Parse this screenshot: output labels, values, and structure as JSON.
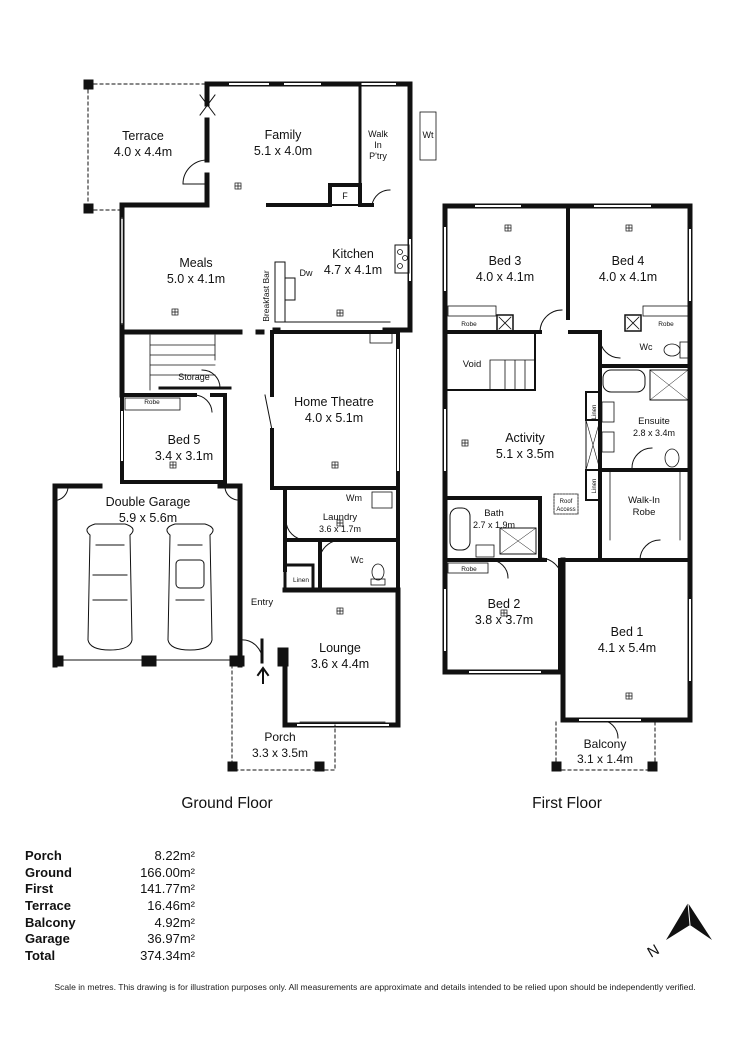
{
  "rooms": {
    "terrace": {
      "name": "Terrace",
      "size": "4.0 x 4.4m"
    },
    "family": {
      "name": "Family",
      "size": "5.1 x 4.0m"
    },
    "walk_in_pantry": {
      "line1": "Walk",
      "line2": "In",
      "line3": "P'try"
    },
    "wt": "Wt",
    "fridge": "F",
    "meals": {
      "name": "Meals",
      "size": "5.0 x 4.1m"
    },
    "kitchen": {
      "name": "Kitchen",
      "size": "4.7 x 4.1m"
    },
    "dishwasher": "Dw",
    "breakfast_bar": "Breakfast Bar",
    "storage": "Storage",
    "home_theatre": {
      "name": "Home Theatre",
      "size": "4.0 x 5.1m"
    },
    "robe_g": "Robe",
    "bed5": {
      "name": "Bed 5",
      "size": "3.4 x 3.1m"
    },
    "double_garage": {
      "name": "Double Garage",
      "size": "5.9 x 5.6m"
    },
    "wm": "Wm",
    "laundry": {
      "name": "Laundry",
      "size": "3.6 x 1.7m"
    },
    "wc_ground": "Wc",
    "linen_ground": "Linen",
    "entry": "Entry",
    "lounge": {
      "name": "Lounge",
      "size": "3.6 x 4.4m"
    },
    "porch": {
      "name": "Porch",
      "size": "3.3 x 3.5m"
    },
    "bed3": {
      "name": "Bed 3",
      "size": "4.0 x 4.1m"
    },
    "bed4": {
      "name": "Bed 4",
      "size": "4.0 x 4.1m"
    },
    "robe_bed3": "Robe",
    "robe_bed4": "Robe",
    "void": "Void",
    "wc_first": "Wc",
    "linen_first_1": "Linen",
    "linen_first_2": "Linen",
    "ensuite": {
      "name": "Ensuite",
      "size": "2.8 x 3.4m"
    },
    "activity": {
      "name": "Activity",
      "size": "5.1 x 3.5m"
    },
    "roof_access": {
      "line1": "Roof",
      "line2": "Access"
    },
    "bath": {
      "name": "Bath",
      "size": "2.7 x 1.9m"
    },
    "walk_in_robe": {
      "line1": "Walk-In",
      "line2": "Robe"
    },
    "robe_bed2": "Robe",
    "bed2": {
      "name": "Bed 2",
      "size": "3.8 x 3.7m"
    },
    "bed1": {
      "name": "Bed 1",
      "size": "4.1 x 5.4m"
    },
    "balcony": {
      "name": "Balcony",
      "size": "3.1 x 1.4m"
    }
  },
  "floor_titles": {
    "ground": "Ground Floor",
    "first": "First Floor"
  },
  "areas": [
    {
      "name": "Porch",
      "value": "8.22m²"
    },
    {
      "name": "Ground",
      "value": "166.00m²"
    },
    {
      "name": "First",
      "value": "141.77m²"
    },
    {
      "name": "Terrace",
      "value": "16.46m²"
    },
    {
      "name": "Balcony",
      "value": "4.92m²"
    },
    {
      "name": "Garage",
      "value": "36.97m²"
    },
    {
      "name": "Total",
      "value": "374.34m²"
    }
  ],
  "compass": {
    "label": "N"
  },
  "disclaimer": "Scale in metres. This drawing is for illustration purposes only. All measurements are approximate and details intended to be relied upon should be independently verified."
}
